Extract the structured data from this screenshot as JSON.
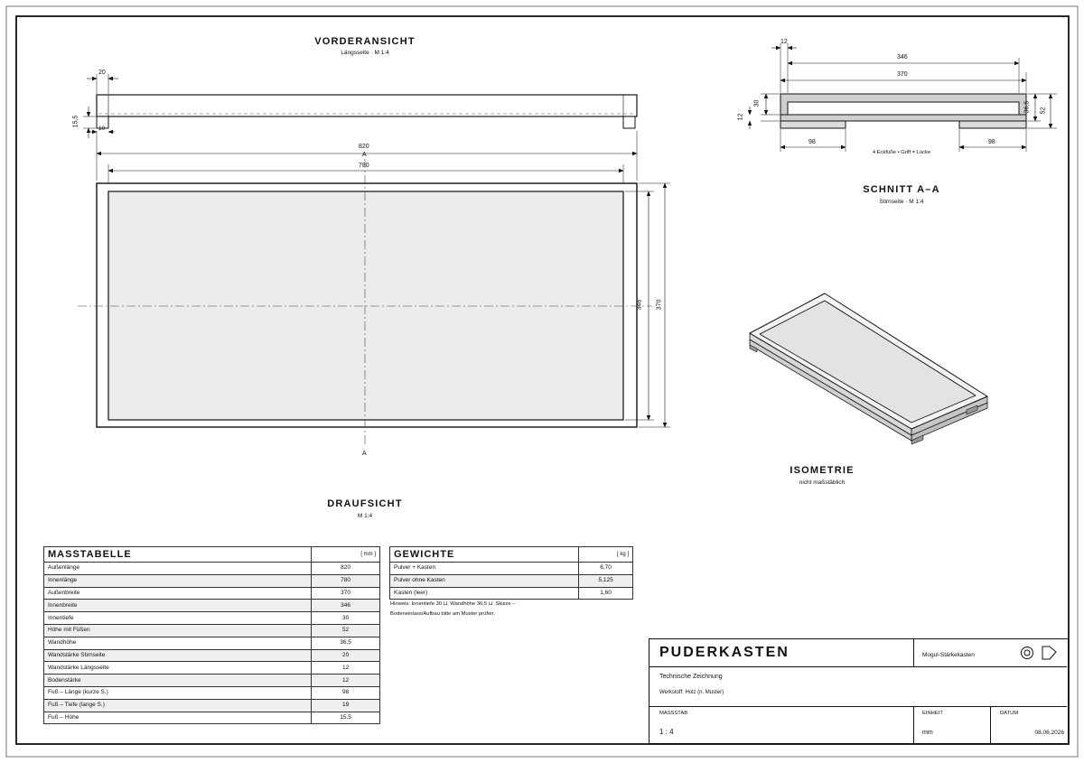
{
  "views": {
    "front": {
      "title": "VORDERANSICHT",
      "subtitle": "Längsseite · M 1:4"
    },
    "top": {
      "title": "DRAUFSICHT",
      "subtitle": "M 1:4"
    },
    "section": {
      "title": "SCHNITT A–A",
      "subtitle": "Stirnseite · M 1:4",
      "note": "4 Eckfüße • Griff = Lücke"
    },
    "iso": {
      "title": "ISOMETRIE",
      "subtitle": "nicht maßstäblich"
    }
  },
  "dimensions": {
    "front_wall": "20",
    "front_foot_h": "15,5",
    "front_foot_w": "10",
    "outer_length": "820",
    "inner_length": "780",
    "inner_width": "346",
    "outer_width": "370",
    "section_wall": "12",
    "section_inner": "346",
    "section_outer": "370",
    "section_depth": "30",
    "section_floor": "12",
    "section_wall_h": "36,5",
    "section_total_h": "52",
    "section_foot_left": "98",
    "section_foot_right": "98"
  },
  "section_marks": {
    "top": "A",
    "bottom": "A"
  },
  "measure_table": {
    "title": "MASSTABELLE",
    "unit": "[ mm ]",
    "rows": [
      {
        "label": "Außenlänge",
        "value": "820"
      },
      {
        "label": "Innenlänge",
        "value": "780"
      },
      {
        "label": "Außenbreite",
        "value": "370"
      },
      {
        "label": "Innenbreite",
        "value": "346"
      },
      {
        "label": "Innentiefe",
        "value": "30"
      },
      {
        "label": "Höhe mit Füßen",
        "value": "52"
      },
      {
        "label": "Wandhöhe",
        "value": "36,5"
      },
      {
        "label": "Wandstärke Stirnseite",
        "value": "20"
      },
      {
        "label": "Wandstärke Längsseite",
        "value": "12"
      },
      {
        "label": "Bodenstärke",
        "value": "12"
      },
      {
        "label": "Fuß – Länge (kurze S.)",
        "value": "98"
      },
      {
        "label": "Fuß – Tiefe (lange S.)",
        "value": "19"
      },
      {
        "label": "Fuß – Höhe",
        "value": "15,5"
      }
    ]
  },
  "weight_table": {
    "title": "GEWICHTE",
    "unit": "[ kg ]",
    "rows": [
      {
        "label": "Pulver + Kasten",
        "value": "6,70"
      },
      {
        "label": "Pulver ohne Kasten",
        "value": "5,125"
      },
      {
        "label": "Kasten (leer)",
        "value": "1,60"
      }
    ]
  },
  "note": {
    "line1": "Hinweis: Innentiefe 30 ⊔, Wandhöhe 36,5 ⊔. Skizze –",
    "line2": "Bodeneinlass/Aufbau bitte am Muster prüfen."
  },
  "title_block": {
    "name": "PUDERKASTEN",
    "subtitle": "Mogul-Stärkekasten",
    "doc_type": "Technische Zeichnung",
    "material": "Werkstoff: Holz (n. Muster)",
    "scale_label": "MASSSTAB",
    "scale_value": "1 : 4",
    "unit_label": "EINHEIT",
    "unit_value": "mm",
    "date_label": "DATUM",
    "date_value": "08.06.2026"
  }
}
